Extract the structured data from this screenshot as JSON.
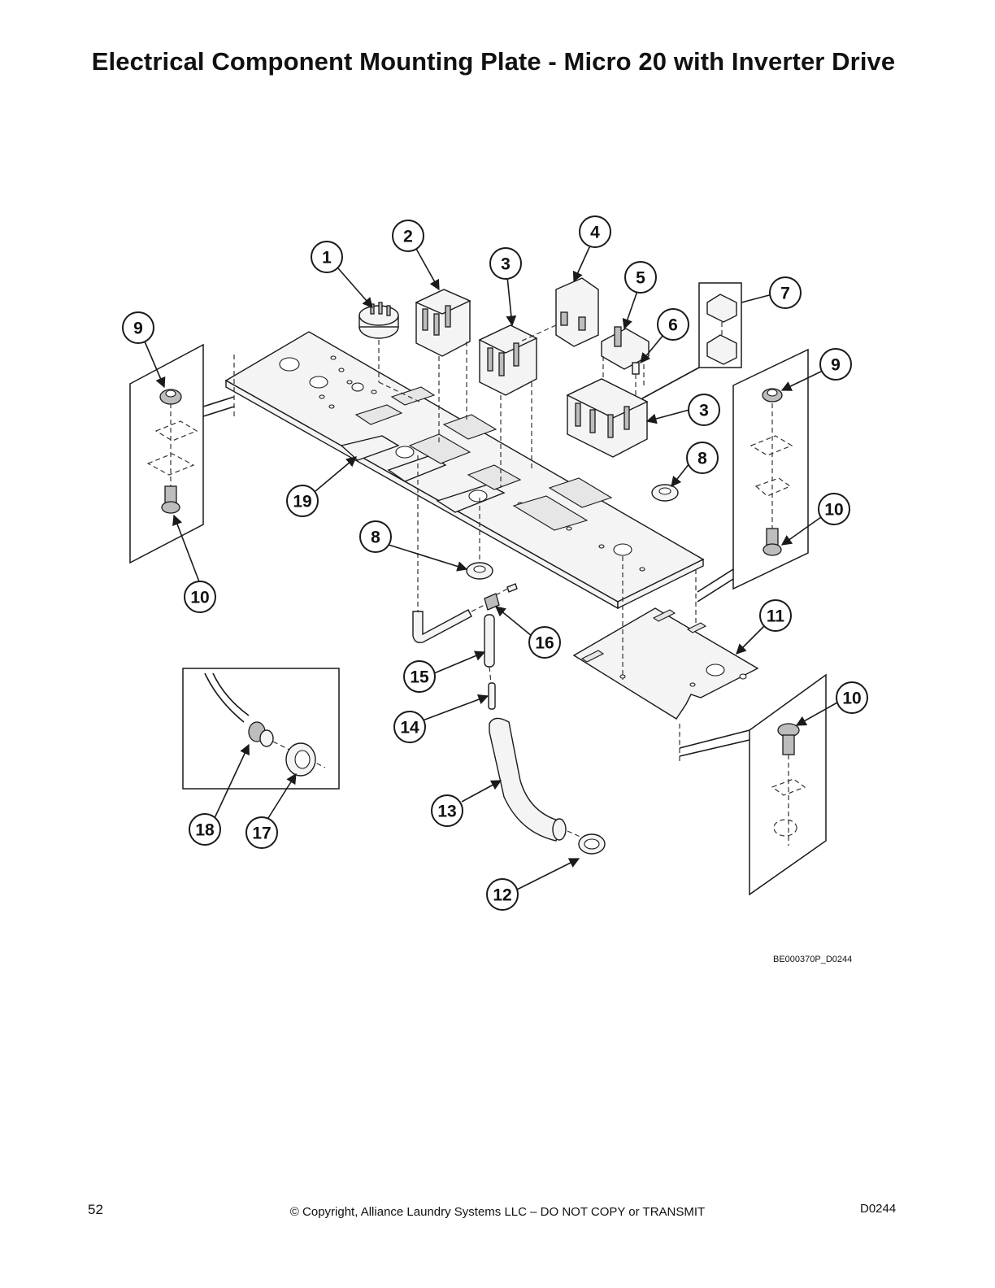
{
  "page": {
    "title": "Electrical Component Mounting Plate - Micro 20 with Inverter Drive",
    "drawing_code": "BE000370P_D0244",
    "page_number": "52",
    "copyright": "© Copyright, Alliance Laundry Systems LLC – DO NOT COPY or TRANSMIT",
    "doc_id": "D0244"
  },
  "callouts": [
    "1",
    "2",
    "3",
    "4",
    "5",
    "6",
    "7",
    "9",
    "3",
    "8",
    "9",
    "10",
    "19",
    "8",
    "10",
    "11",
    "16",
    "15",
    "14",
    "10",
    "13",
    "18",
    "17",
    "12"
  ]
}
